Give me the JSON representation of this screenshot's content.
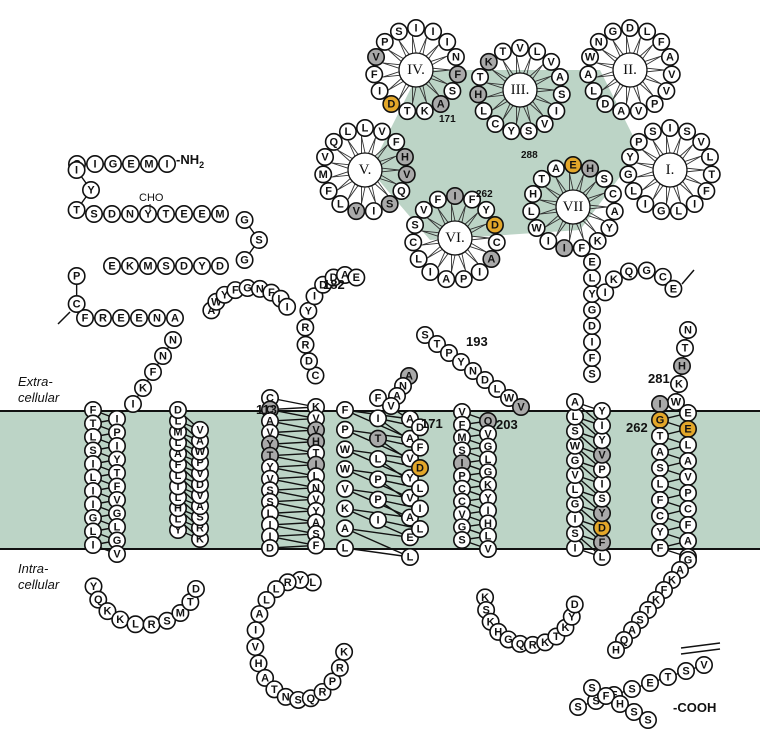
{
  "colors": {
    "membrane": "#bcd4c6",
    "highlight_gold": "#e3a72a",
    "highlight_grey": "#a9a9a9",
    "residue_fill": "#ffffff",
    "stroke": "#111111"
  },
  "labels": {
    "extracellular": "Extra-\ncellular",
    "intracellular": "Intra-\ncellular",
    "n_term": "-NH",
    "n_term_sub": "2",
    "c_term": "-COOH",
    "cho": "CHO"
  },
  "residue_numbers": [
    "182",
    "193",
    "113",
    "171",
    "203",
    "262",
    "281"
  ],
  "helix_numbers": [
    "171",
    "288",
    "262"
  ],
  "helix_names": [
    "IV.",
    "III.",
    "II.",
    "V.",
    "I.",
    "VI.",
    "VII"
  ],
  "sequence": {
    "n_terminal": "SIGEMIYTSDNYTEEMGSGDYDSMKEPCFREENA",
    "tm1": "NNFKIFITPLISYITLFIVIGGLLGIVMGV",
    "icl1": "YQKKLRSMTD",
    "tm2": "DYKLRHSLAIVLDFVAPLWMALVDAWY",
    "ecl1": "FGNFLICKCV",
    "tm3": "AVVHYTTIYLVNSVSYLAISIFDLYRLLA",
    "icl2": "IVHATNSQRPRKLLAEKAVVWYWVP",
    "tm4": "AFAILPIPLLDTFIDF",
    "ecl2": "CDRRYIDDAESTPYNDLWV",
    "tm5": "VQFVMGSLIGPKCYCIVHGLSV",
    "icl3": "KSKHGQRKTKYDIL",
    "tm6": "SFIDGYLSVIGPWVSYLIAY",
    "ecl3": "KQGCENTHKW",
    "tm7": "IEGETLAASVLPFCCFYAFH",
    "c_terminal": "GAKFKTSAQHVSTESESSSFHSS"
  },
  "highlighted": {
    "gold": [
      "D",
      "E",
      "D",
      "E",
      "D",
      "D",
      "E"
    ],
    "grey": [
      "F",
      "A",
      "T",
      "K",
      "I",
      "V",
      "S",
      "Q",
      "H",
      "W",
      "I",
      "Y",
      "G",
      "A",
      "F",
      "I",
      "T",
      "V",
      "S",
      "H",
      "I",
      "T",
      "Y",
      "I",
      "Y",
      "S",
      "I",
      "E"
    ]
  }
}
